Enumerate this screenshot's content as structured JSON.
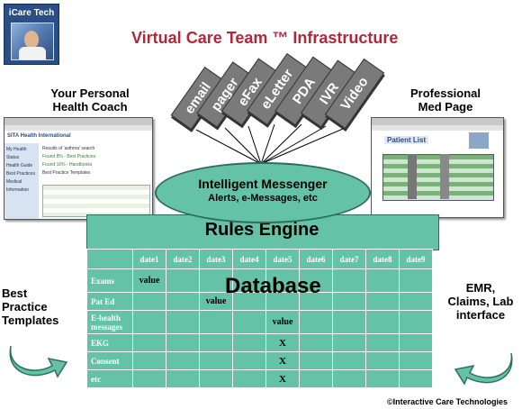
{
  "logo": {
    "text": "iCare Tech"
  },
  "title": "Virtual Care Team ™ Infrastructure",
  "left_label": {
    "line1": "Your Personal",
    "line2": "Health Coach"
  },
  "right_label": {
    "line1": "Professional",
    "line2": "Med Page"
  },
  "left_screenshot": {
    "header": "SITA Health International",
    "section": "Results of 'asthma' search",
    "sidebar_items": [
      "My Health Status",
      "Health Guide",
      "Best Practices",
      "Medical Information"
    ],
    "lines": [
      "Found 8% - Best Practices",
      "Found 16% - Handbooks",
      "Best Practice Templates"
    ]
  },
  "right_screenshot": {
    "header": "Patient List"
  },
  "channels": [
    "email",
    "pager",
    "eFax",
    "eLetter",
    "PDA",
    "IVR",
    "Video"
  ],
  "messenger": {
    "title": "Intelligent Messenger",
    "subtitle": "Alerts, e-Messages, etc"
  },
  "rules_engine": "Rules Engine",
  "database": {
    "label": "Database",
    "columns": [
      "date1",
      "date2",
      "date3",
      "date4",
      "date5",
      "date6",
      "date7",
      "date8",
      "date9"
    ],
    "rows": [
      {
        "label": "Exams",
        "cells": [
          "value",
          "",
          "",
          "",
          "",
          "",
          "",
          "",
          ""
        ]
      },
      {
        "label": "Pat Ed",
        "cells": [
          "",
          "",
          "value",
          "",
          "",
          "",
          "",
          "",
          ""
        ]
      },
      {
        "label": "E-health messages",
        "cells": [
          "",
          "",
          "",
          "",
          "value",
          "",
          "",
          "",
          ""
        ]
      },
      {
        "label": "EKG",
        "cells": [
          "",
          "",
          "",
          "",
          "X",
          "",
          "",
          "",
          ""
        ]
      },
      {
        "label": "Consent",
        "cells": [
          "",
          "",
          "",
          "",
          "X",
          "",
          "",
          "",
          ""
        ]
      },
      {
        "label": "etc",
        "cells": [
          "",
          "",
          "",
          "",
          "X",
          "",
          "",
          "",
          ""
        ]
      }
    ]
  },
  "best_practice": [
    "Best",
    "Practice",
    "Templates"
  ],
  "emr": [
    "EMR,",
    "Claims, Lab",
    "interface"
  ],
  "copyright": "©Interactive Care Technologies",
  "colors": {
    "accent": "#64c3a6",
    "title": "#b0283c",
    "channel": "#7a7a7a"
  }
}
